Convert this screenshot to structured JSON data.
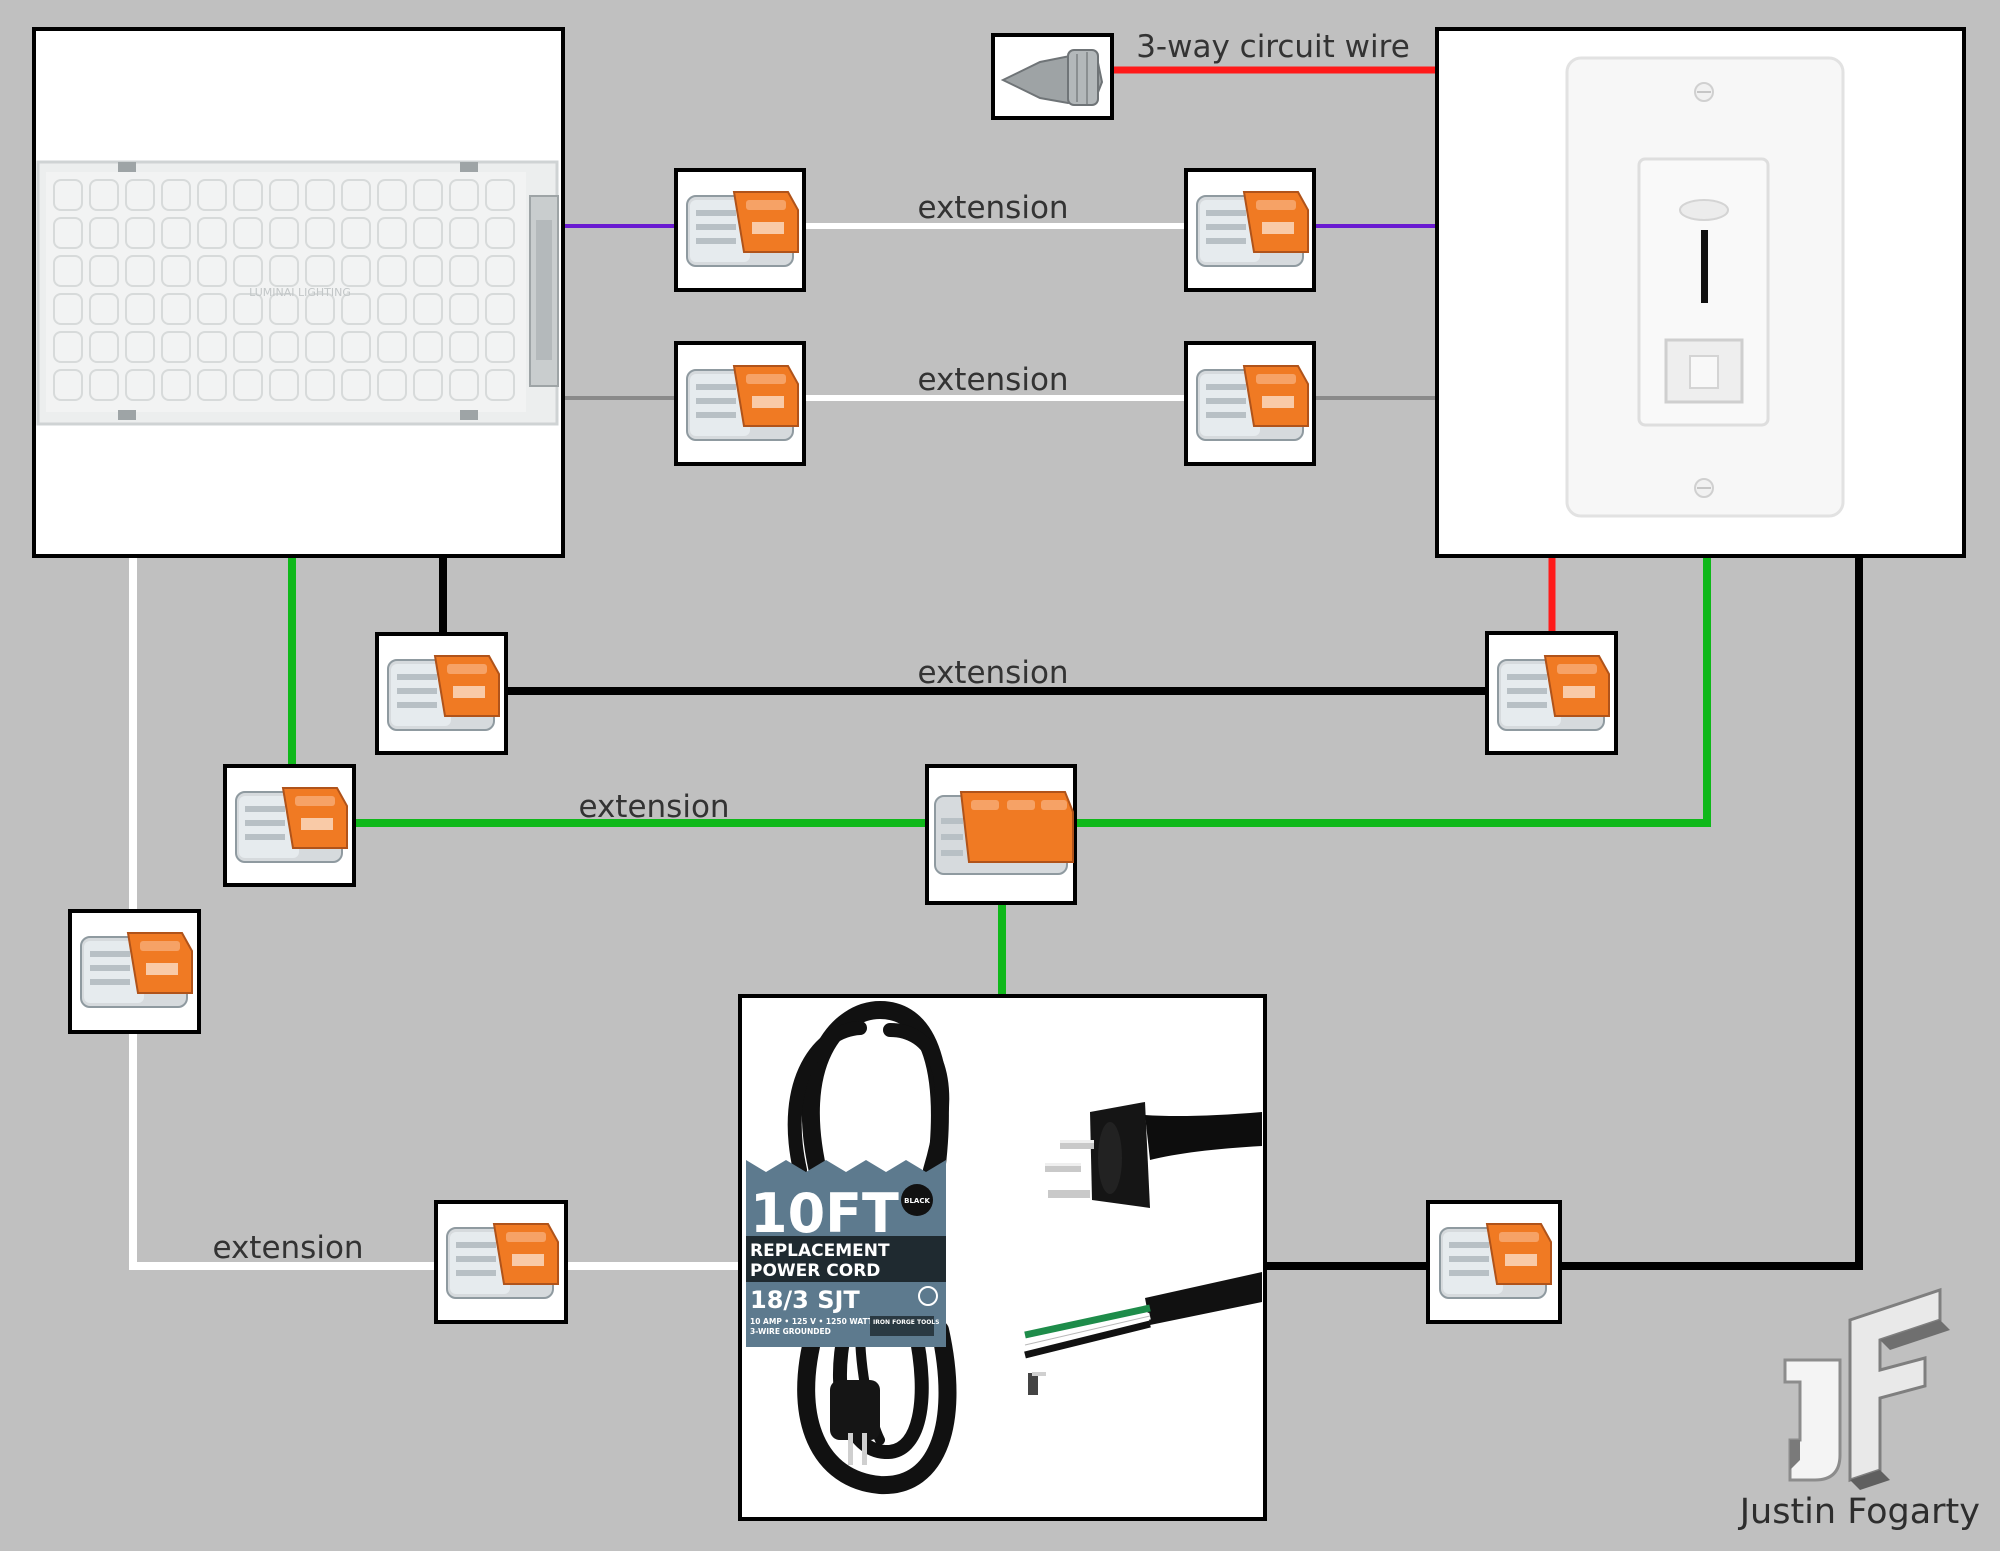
{
  "labels": {
    "three_way": "3-way circuit wire",
    "ext_purple": "extension",
    "ext_gray": "extension",
    "ext_black": "extension",
    "ext_green": "extension",
    "ext_white": "extension"
  },
  "author": "Justin Fogarty",
  "panel_brand": "LUMINAI LIGHTING",
  "power_cord": {
    "length": "10FT",
    "badge": "BLACK",
    "line1": "REPLACEMENT",
    "line2": "POWER CORD",
    "gauge": "18/3 SJT",
    "spec": "10 AMP • 125 V • 1250 WATT",
    "spec2": "3-WIRE GROUNDED",
    "maker": "IRON FORGE TOOLS"
  },
  "colors": {
    "background": "#c0c0c0",
    "wire_red": "#ff1a1a",
    "wire_purple": "#6a1ad1",
    "wire_gray": "#8a8a8a",
    "wire_white": "#ffffff",
    "wire_black": "#000000",
    "wire_green": "#0fb81a",
    "connector_orange": "#f07a23"
  }
}
